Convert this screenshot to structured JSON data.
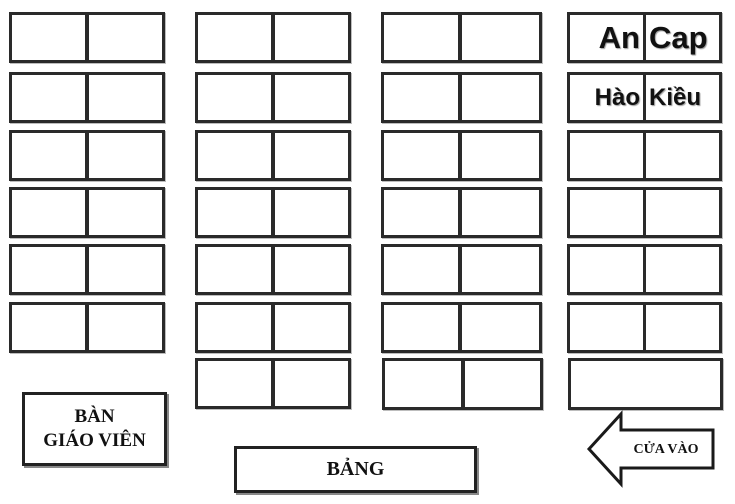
{
  "seats": {
    "r1c4l": "An",
    "r1c4r": "Cap",
    "r2c4l": "Hào",
    "r2c4r": "Kiều"
  },
  "teacher_desk": {
    "line1": "BÀN",
    "line2": "GIÁO VIÊN"
  },
  "board": {
    "label": "BẢNG"
  },
  "door": {
    "label": "CỬA VÀO",
    "icon": "arrow-left-icon"
  }
}
